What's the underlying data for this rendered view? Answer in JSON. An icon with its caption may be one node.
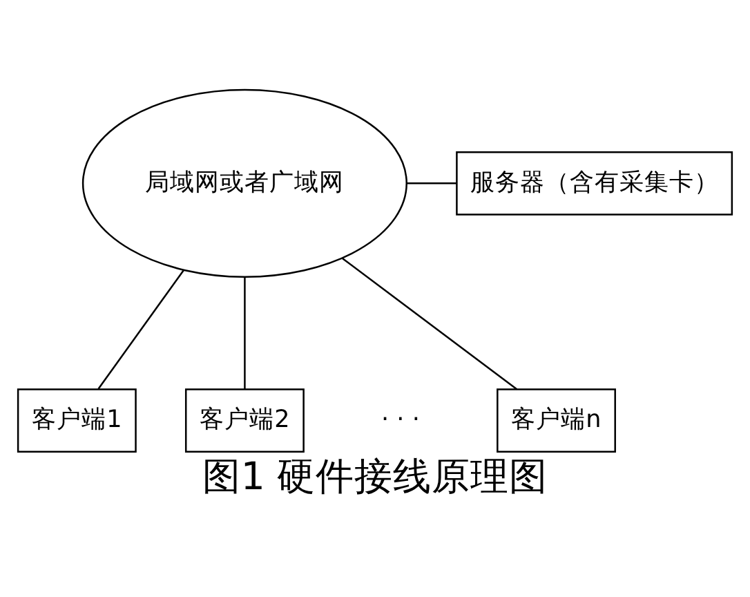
{
  "diagram": {
    "caption": "图1 硬件接线原理图",
    "nodes": [
      {
        "text": [
          "局域网或者广域网"
        ]
      },
      {
        "text": [
          "服务器（含有采集卡）"
        ]
      },
      {
        "text": [
          "客户端1"
        ]
      },
      {
        "text": [
          "客户端2"
        ]
      },
      {
        "text": [
          "客户端n"
        ]
      }
    ],
    "edges": [
      {
        "from": 0,
        "to": 1,
        "arrow": "none"
      },
      {
        "from": 0,
        "to": 2,
        "arrow": "none"
      },
      {
        "from": 0,
        "to": 3,
        "arrow": "none"
      },
      {
        "from": 0,
        "to": 4,
        "arrow": "none"
      }
    ],
    "labels": [
      "· · ·"
    ]
  }
}
